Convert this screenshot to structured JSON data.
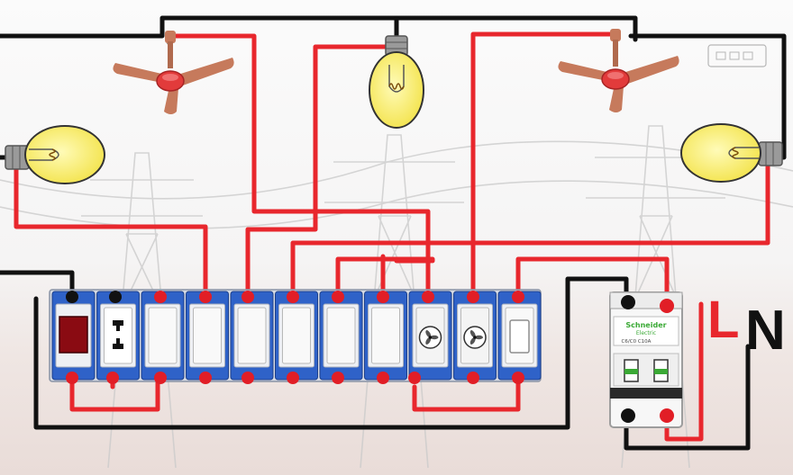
{
  "labels": {
    "phase": "L",
    "neutral": "N",
    "breaker_brand": "Schneider",
    "breaker_sub": "Electric",
    "breaker_rating": "C6/C0  C10A"
  },
  "colors": {
    "live_wire": "#e8272d",
    "neutral_wire": "#111111",
    "board_blue": "#2f62c8",
    "bulb_yellow": "#f8ee6a",
    "fan_red": "#e23b3b",
    "fan_brown": "#c67a5c",
    "terminal_red": "#e11e26",
    "indicator_red": "#8a0b12",
    "breaker_green": "#3aa935"
  },
  "icons": {
    "bulbs": [
      "bulb-left-icon",
      "bulb-top-icon",
      "bulb-right-icon"
    ],
    "fans": [
      "fan-left-icon",
      "fan-right-icon"
    ],
    "pylons": "transmission-tower-icon",
    "regulator": "fan-regulator-icon",
    "socket": "two-pin-socket-icon"
  }
}
